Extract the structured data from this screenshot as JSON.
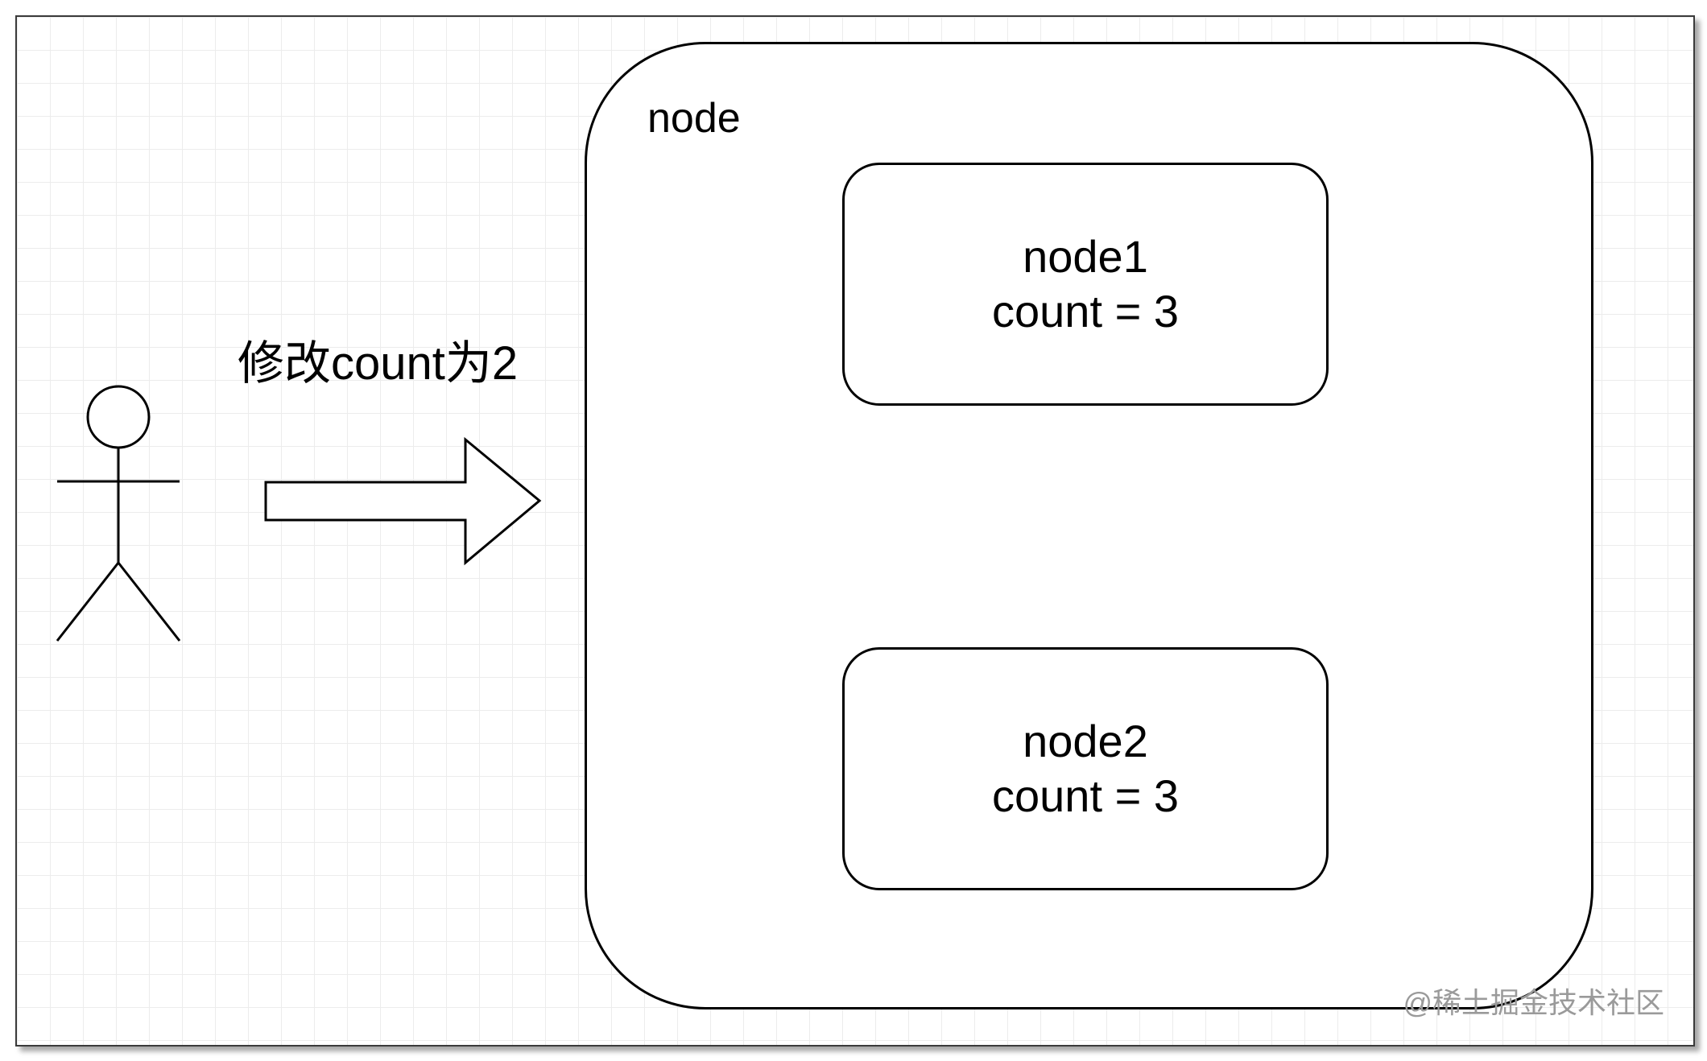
{
  "diagram": {
    "actor_label": "",
    "action_label": "修改count为2",
    "container": {
      "label": "node"
    },
    "nodes": [
      {
        "name": "node1",
        "count_text": "count = 3"
      },
      {
        "name": "node2",
        "count_text": "count = 3"
      }
    ],
    "watermark": "@稀土掘金技术社区"
  },
  "colors": {
    "stroke": "#000000",
    "background": "#ffffff",
    "grid": "#ececec",
    "watermark": "#9a9a9a"
  }
}
